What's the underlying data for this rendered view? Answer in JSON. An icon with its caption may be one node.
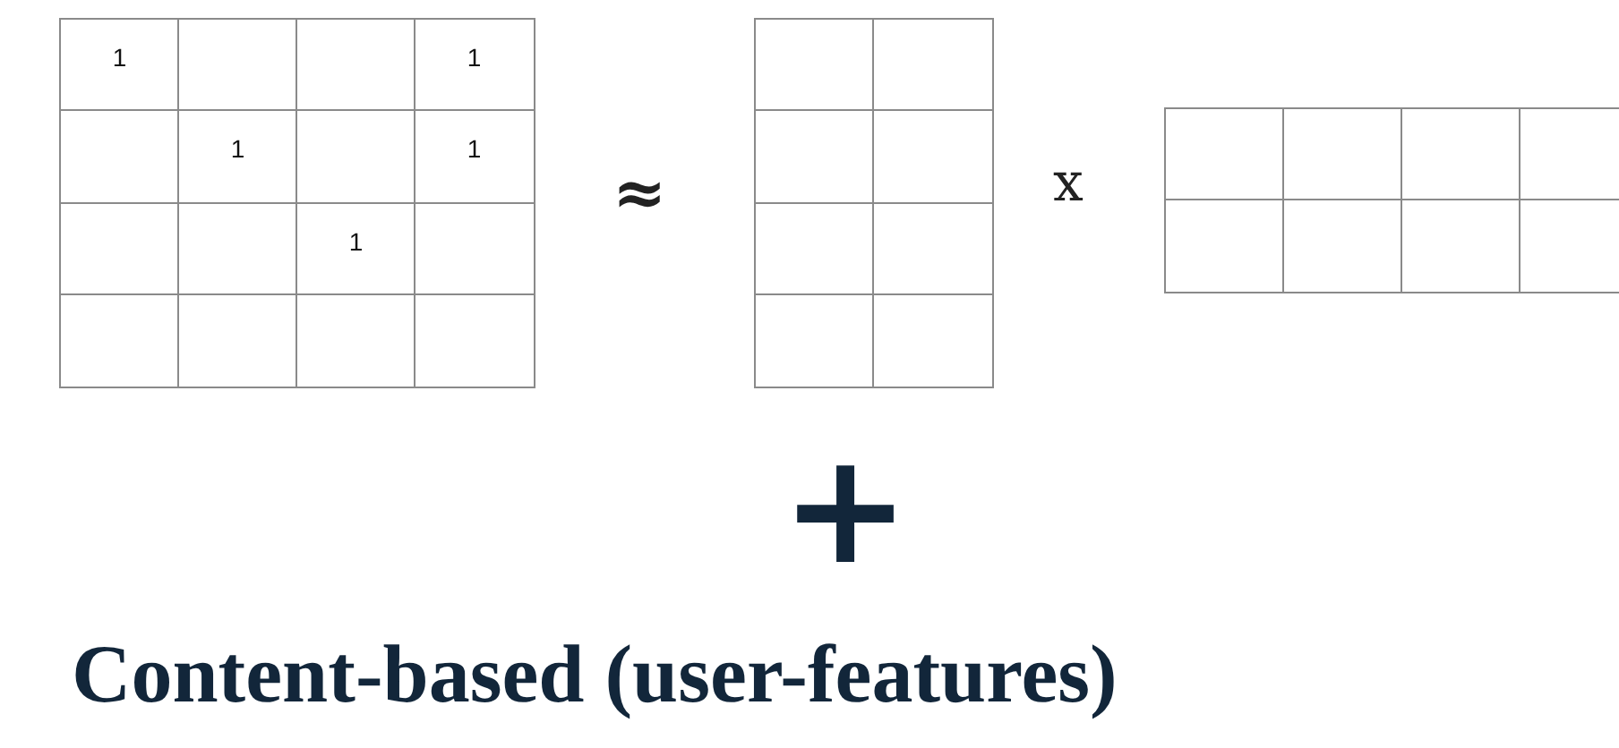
{
  "diagram": {
    "caption": "Content-based (user-features)",
    "labels": [
      "1",
      "1",
      "1",
      "1",
      "1",
      "≈",
      "x",
      "+"
    ]
  }
}
